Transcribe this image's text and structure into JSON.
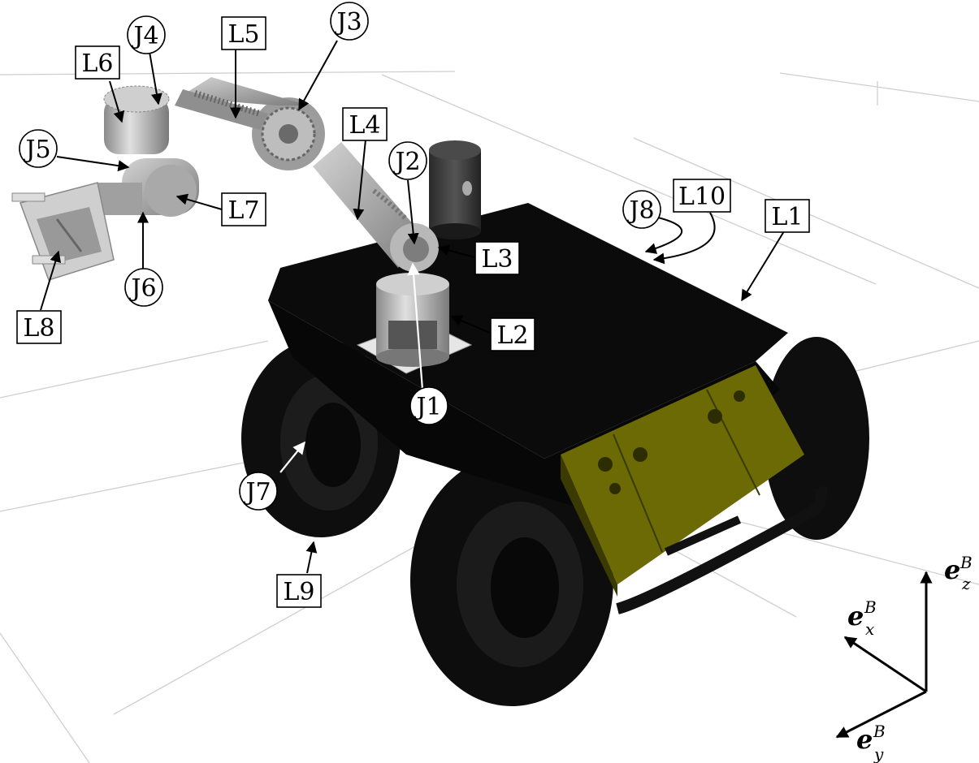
{
  "joints": [
    {
      "id": "J1",
      "text": "J1"
    },
    {
      "id": "J2",
      "text": "J2"
    },
    {
      "id": "J3",
      "text": "J3"
    },
    {
      "id": "J4",
      "text": "J4"
    },
    {
      "id": "J5",
      "text": "J5"
    },
    {
      "id": "J6",
      "text": "J6"
    },
    {
      "id": "J7",
      "text": "J7"
    },
    {
      "id": "J8",
      "text": "J8"
    }
  ],
  "links": [
    {
      "id": "L1",
      "text": "L1"
    },
    {
      "id": "L2",
      "text": "L2"
    },
    {
      "id": "L3",
      "text": "L3"
    },
    {
      "id": "L4",
      "text": "L4"
    },
    {
      "id": "L5",
      "text": "L5"
    },
    {
      "id": "L6",
      "text": "L6"
    },
    {
      "id": "L7",
      "text": "L7"
    },
    {
      "id": "L8",
      "text": "L8"
    },
    {
      "id": "L9",
      "text": "L9"
    },
    {
      "id": "L10",
      "text": "L10"
    }
  ],
  "frame": {
    "symbol": "e",
    "superscript": "B",
    "axes": [
      {
        "id": "x",
        "subscript": "x"
      },
      {
        "id": "y",
        "subscript": "y"
      },
      {
        "id": "z",
        "subscript": "z"
      }
    ]
  },
  "colors": {
    "chassis": "#0b0b0b",
    "wheel": "#111111",
    "battery_box": "#6b6a05",
    "arm": "#b5b5b5",
    "grid": "#cfcfcf"
  }
}
